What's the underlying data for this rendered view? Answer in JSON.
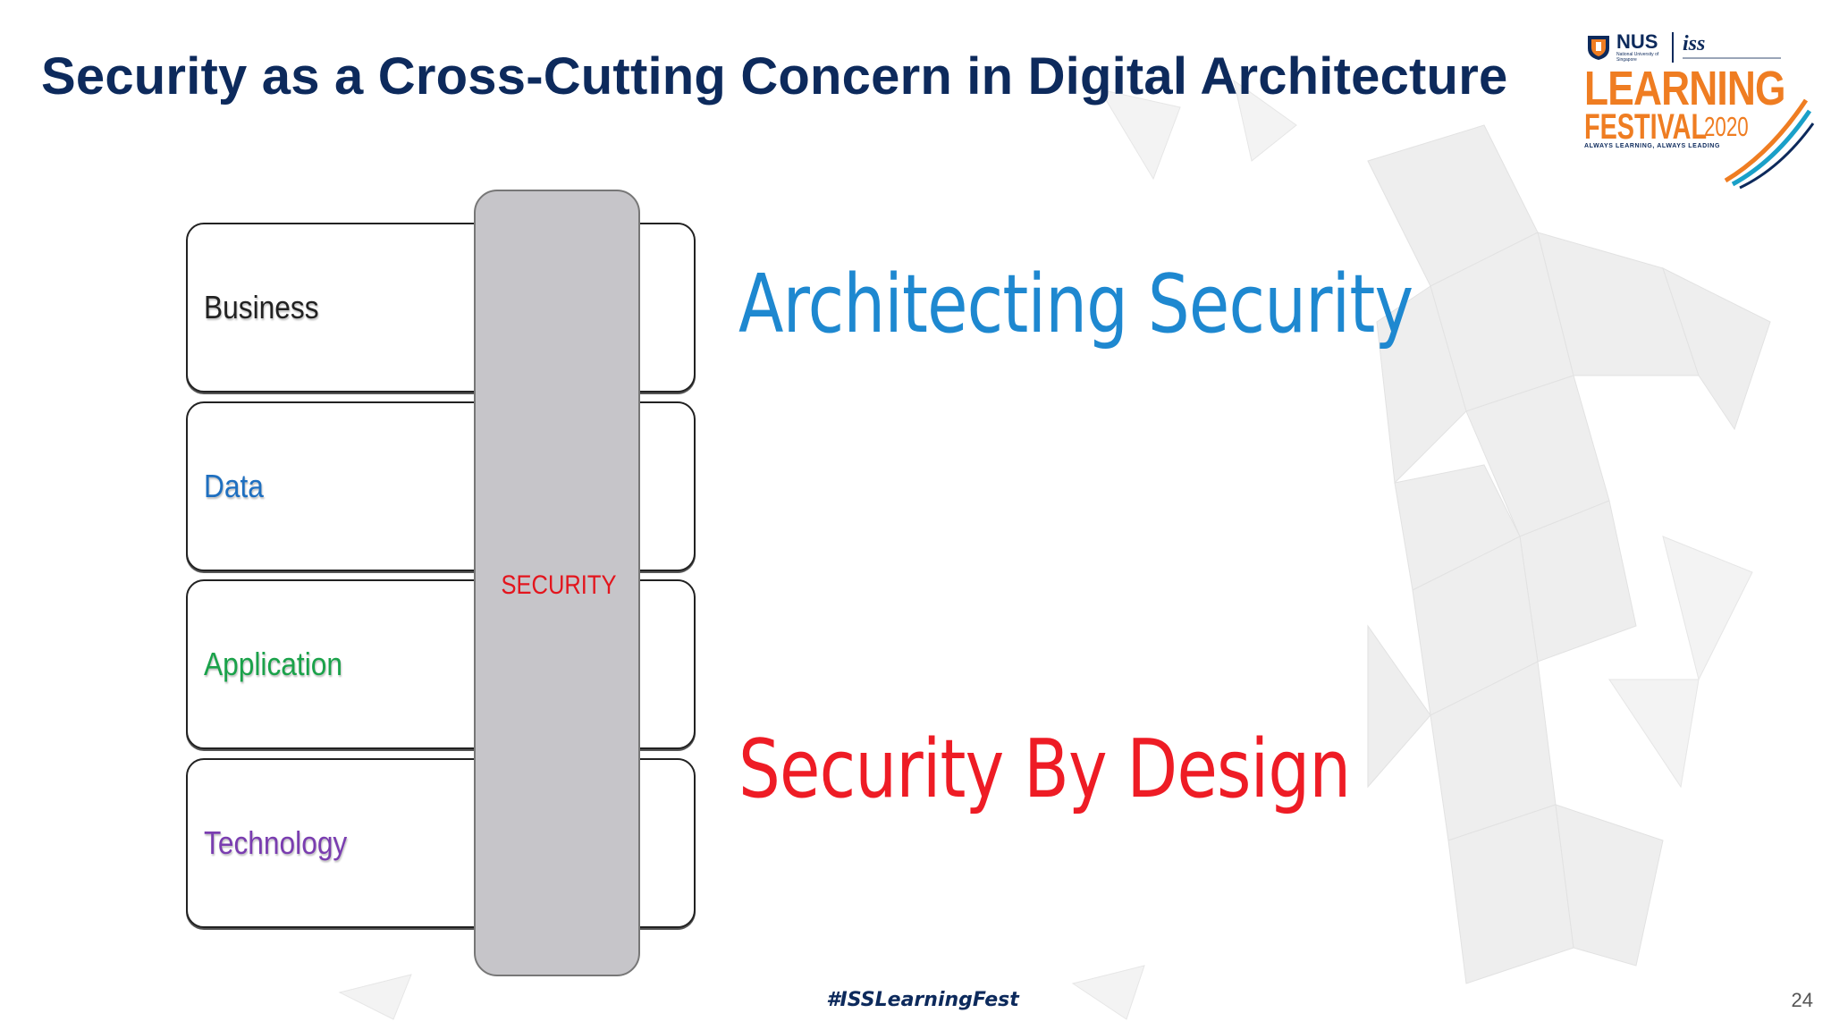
{
  "slide": {
    "title": "Security as a Cross-Cutting Concern in Digital Architecture",
    "page_number": "24",
    "hashtag": "#ISSLearningFest"
  },
  "logo": {
    "nus": "NUS",
    "nus_sub": "National University of Singapore",
    "iss": "iss",
    "line1": "LEARNING",
    "line2": "FESTIVAL",
    "year": "2020",
    "tagline": "ALWAYS LEARNING, ALWAYS LEADING",
    "colors": {
      "orange": "#ef7d22",
      "navy": "#0d2a5c",
      "teal": "#1aa0c8"
    }
  },
  "diagram": {
    "layers": [
      {
        "label": "Business",
        "color": "#222222"
      },
      {
        "label": "Data",
        "color": "#1e6fc0"
      },
      {
        "label": "Application",
        "color": "#1aa24a"
      },
      {
        "label": "Technology",
        "color": "#7a3db0"
      }
    ],
    "cross_cutting": {
      "label": "SECURITY",
      "color": "#e3151d",
      "fill": "#c6c5c9"
    }
  },
  "headlines": {
    "primary": "Architecting Security",
    "secondary": "Security By Design"
  }
}
